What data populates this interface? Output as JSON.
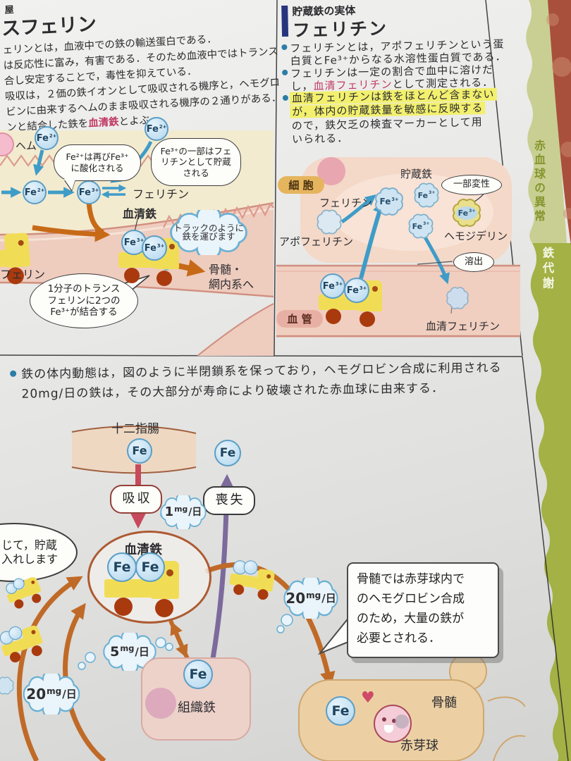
{
  "colors": {
    "highlight": "#f2f06e",
    "red_text": "#c13a64",
    "heading_bar_blue": "#27357e",
    "bullet_teal": "#2b7da6",
    "tab_light_green": "#c9cf92",
    "tab_dark_green": "#a3b145",
    "tablecloth_red": "#a9503c"
  },
  "side_tabs": {
    "section": "赤血球の異常",
    "subsection": "鉄代謝"
  },
  "left_column": {
    "kicker_fragment": "屋",
    "heading_fragment": "スフェリン",
    "lines": [
      "ェリンとは，血液中での鉄の輸送蛋白である．",
      "は反応性に富み，有害である．そのため血液中ではトランス",
      "合し安定することで，毒性を抑えている．",
      "吸収は，２価の鉄イオンとして吸収される機序と，ヘモグロ",
      "ビンに由来するヘムのまま吸収される機序の２通りがある．"
    ],
    "last_line_pre": "ンと結合した鉄を",
    "last_line_red": "血清鉄",
    "last_line_post": "とよぶ．",
    "diagram": {
      "heme": "ヘム",
      "fe2": {
        "base": "Fe",
        "sup": "2+"
      },
      "fe3": {
        "base": "Fe",
        "sup": "3+"
      },
      "bubble_oxidation": [
        "Fe²⁺は再びFe³⁺",
        "に酸化される"
      ],
      "bubble_storage": [
        "Fe³⁺の一部はフェ",
        "リチンとして貯蔵",
        "される"
      ],
      "ferritin": "フェリチン",
      "serum_iron": "血清鉄",
      "truck_cloud": [
        "トラックのように",
        "鉄を運びます"
      ],
      "transferrin_fragment": "フェリン",
      "bubble_transferrin": [
        "1分子のトランス",
        "フェリンに2つの",
        "Fe³⁺が結合する"
      ],
      "to_marrow": [
        "骨髄・",
        "網内系へ"
      ]
    }
  },
  "right_column": {
    "kicker": "貯蔵鉄の実体",
    "title": "フェリチン",
    "bullet1_lines": [
      "フェリチンとは，アポフェリチンという蛋",
      "白質とFe³⁺からなる水溶性蛋白質である．"
    ],
    "bullet2_line1": "フェリチンは一定の割合で血中に溶けだ",
    "bullet2_line2_pre": "し，",
    "bullet2_line2_red": "血清フェリチン",
    "bullet2_line2_post": "として測定される．",
    "bullet3_hl_lines": [
      "血清フェリチンは鉄をほとんど含まない",
      "が，体内の貯蔵鉄量を敏感に反映する"
    ],
    "bullet3_lines": [
      "ので，鉄欠乏の検査マーカーとして用",
      "いられる．"
    ],
    "diagram": {
      "cell": "細胞",
      "ferritin": "フェリチン",
      "apoferritin": "アポフェリチン",
      "storage_iron": "貯蔵鉄",
      "partial_denature": "一部変性",
      "hemosiderin": "ヘモジデリン",
      "dissolve": "溶出",
      "vessel": "血管",
      "serum_ferritin": "血清フェリチン",
      "fe3": {
        "base": "Fe",
        "sup": "3+"
      }
    }
  },
  "middle_note": {
    "lines": [
      "鉄の体内動態は，図のように半閉鎖系を保っており，ヘモグロビン合成に利用される",
      "20mg/日の鉄は，その大部分が寿命により破壊された赤血球に由来する．"
    ]
  },
  "cycle_diagram": {
    "duodenum": "十二指腸",
    "fe": "Fe",
    "absorption": "吸収",
    "loss": "喪失",
    "cloud_1mg": {
      "num": "1",
      "sup": "mg",
      "rest": "/日"
    },
    "cloud_5mg": {
      "num": "5",
      "sup": "mg",
      "rest": "/日"
    },
    "cloud_20mg_left": {
      "num": "20",
      "sup": "mg",
      "rest": "/日"
    },
    "cloud_20mg_right": {
      "num": "20",
      "sup": "mg",
      "rest": "/日"
    },
    "serum_iron": "血清鉄",
    "storage_bubble_lines": [
      "じて，貯蔵",
      "入れします"
    ],
    "tissue_iron": "組織鉄",
    "marrow_note_lines": [
      "骨髄では赤芽球内で",
      "のヘモグロビン合成",
      "のため，大量の鉄が",
      "必要とされる．"
    ],
    "bone_marrow": "骨髄",
    "erythroblast": "赤芽球"
  }
}
